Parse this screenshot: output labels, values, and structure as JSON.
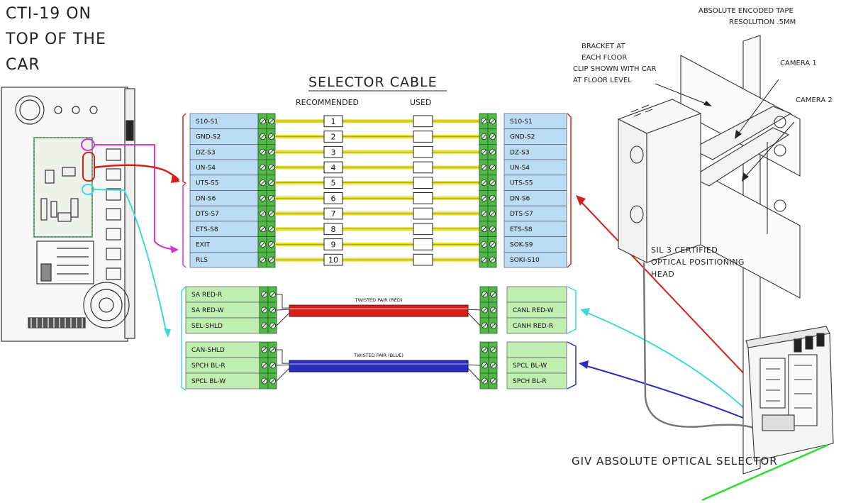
{
  "labels": {
    "car_title": [
      "CTI-19 ON",
      "TOP OF THE",
      "CAR"
    ],
    "selector_cable": "SELECTOR CABLE",
    "recommended": "RECOMMENDED",
    "used": "USED",
    "tape_title": [
      "ABSOLUTE ENCODED TAPE",
      "RESOLUTION .5MM"
    ],
    "bracket_note": [
      "BRACKET AT",
      "EACH FLOOR",
      "CLIP SHOWN WITH CAR",
      "AT FLOOR LEVEL"
    ],
    "camera1": "CAMERA 1",
    "camera2": "CAMERA 2",
    "sil_note": [
      "SIL 3 CERTIFIED",
      "OPTICAL POSITIONING",
      "HEAD"
    ],
    "selector_name": "GIV ABSOLUTE OPTICAL SELECTOR",
    "twisted_red": "TWISTED PAIR (RED)",
    "twisted_blue": "TWISTED PAIR (BLUE)"
  },
  "cable_rows": [
    {
      "left": "S10-S1",
      "num": "1",
      "right": "S10-S1"
    },
    {
      "left": "GND-S2",
      "num": "2",
      "right": "GND-S2"
    },
    {
      "left": "DZ-S3",
      "num": "3",
      "right": "DZ-S3"
    },
    {
      "left": "UN-S4",
      "num": "4",
      "right": "UN-S4"
    },
    {
      "left": "UTS-S5",
      "num": "5",
      "right": "UTS-S5"
    },
    {
      "left": "DN-S6",
      "num": "6",
      "right": "DN-S6"
    },
    {
      "left": "DTS-S7",
      "num": "7",
      "right": "DTS-S7"
    },
    {
      "left": "ETS-S8",
      "num": "8",
      "right": "ETS-S8"
    },
    {
      "left": "EXIT",
      "num": "9",
      "right": "SOK-S9"
    },
    {
      "left": "RLS",
      "num": "10",
      "right": "SOKI-S10"
    }
  ],
  "red_left": [
    "SA RED-R",
    "SA RED-W",
    "SEL-SHLD"
  ],
  "red_right": [
    "",
    "CANL RED-W",
    "CANH RED-R"
  ],
  "blue_left": [
    "CAN-SHLD",
    "SPCH BL-R",
    "SPCL BL-W"
  ],
  "blue_right": [
    "",
    "SPCL BL-W",
    "SPCH BL-R"
  ],
  "colors": {
    "label_fill": "#bcdcf4",
    "red_label_fill": "#bfeeb0",
    "terminal_green": "#52b748",
    "wire_yellow": "#e4dd2a",
    "wire_red": "#d4201b",
    "wire_blue": "#2a2cc0",
    "magenta": "#d233d2",
    "cyan": "#3dd9d9",
    "green_line": "#2fdc2f"
  }
}
